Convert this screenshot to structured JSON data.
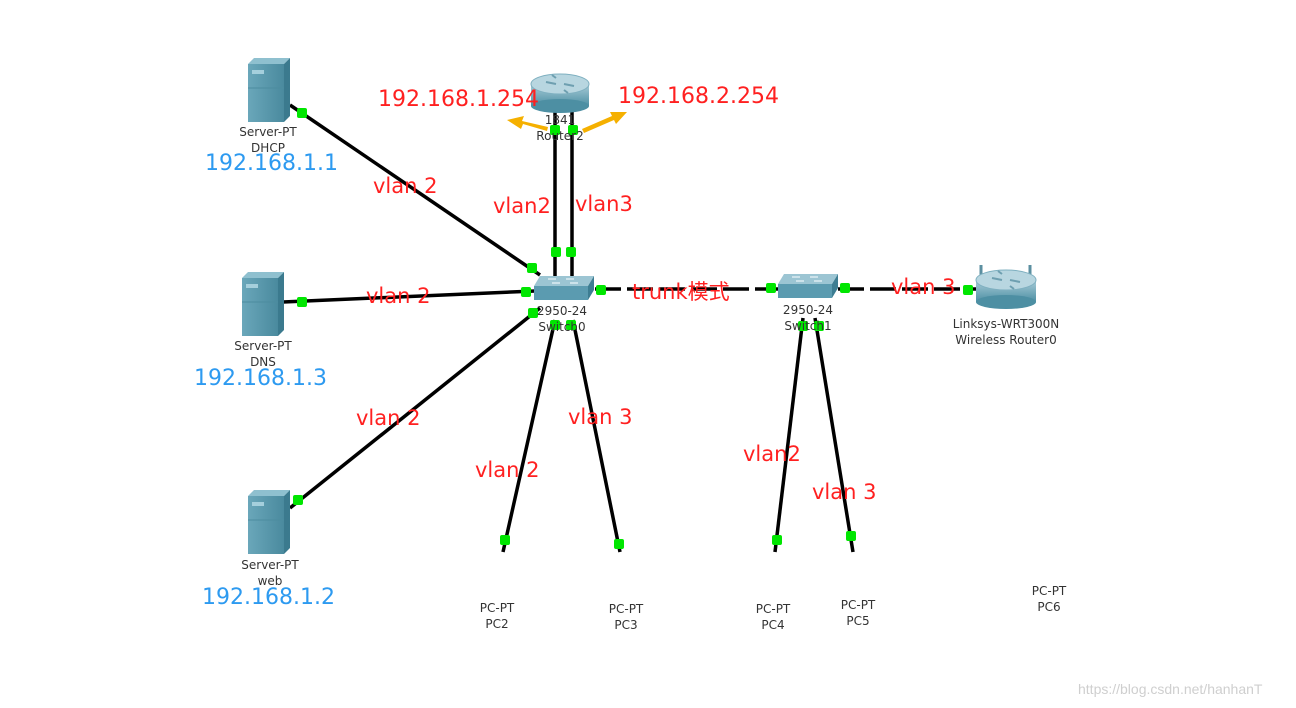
{
  "colors": {
    "link": "#000000",
    "port": "#00e600",
    "device_body": "#5f9fb1",
    "label_red": "#ff2020",
    "label_blue": "#2d9af0",
    "arrow": "#f5b000"
  },
  "devices": {
    "router2": {
      "model": "1841",
      "name": "Router2"
    },
    "switch0": {
      "model": "2950-24",
      "name": "Switch0"
    },
    "switch1": {
      "model": "2950-24",
      "name": "Switch1"
    },
    "wireless_router0": {
      "model": "Linksys-WRT300N",
      "name": "Wireless Router0"
    },
    "server_dhcp": {
      "model": "Server-PT",
      "name": "DHCP"
    },
    "server_dns": {
      "model": "Server-PT",
      "name": "DNS"
    },
    "server_web": {
      "model": "Server-PT",
      "name": "web"
    },
    "pc2": {
      "model": "PC-PT",
      "name": "PC2"
    },
    "pc3": {
      "model": "PC-PT",
      "name": "PC3"
    },
    "pc4": {
      "model": "PC-PT",
      "name": "PC4"
    },
    "pc5": {
      "model": "PC-PT",
      "name": "PC5"
    },
    "pc6": {
      "model": "PC-PT",
      "name": "PC6"
    }
  },
  "ip_labels": {
    "router_left": "192.168.1.254",
    "router_right": "192.168.2.254",
    "dhcp": "192.168.1.1",
    "dns": "192.168.1.3",
    "web": "192.168.1.2"
  },
  "link_labels": {
    "dhcp_sw0": "vlan 2",
    "dns_sw0": "vlan 2",
    "web_sw0": "vlan 2",
    "router_sw0_a": "vlan2",
    "router_sw0_b": "vlan3",
    "sw0_pc2": "vlan 2",
    "sw0_pc3": "vlan 3",
    "sw0_sw1": "trunk模式",
    "sw1_pc4": "vlan2",
    "sw1_pc5": "vlan 3",
    "sw1_wr0": "vlan 3"
  },
  "watermark": "https://blog.csdn.net/hanhanT"
}
